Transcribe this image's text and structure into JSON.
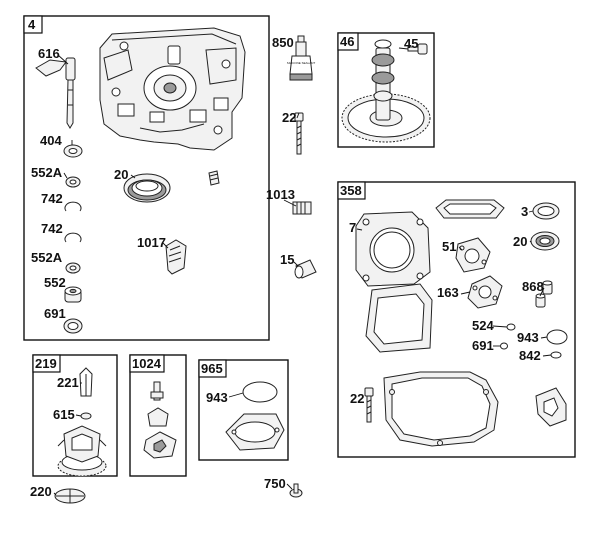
{
  "groups": {
    "crankcase": "4",
    "camshaft": "46",
    "gasket_set": "358",
    "governor": "219",
    "breather": "1024",
    "seal_kit": "965"
  },
  "parts": {
    "p616": "616",
    "p404": "404",
    "p552a_1": "552A",
    "p742_1": "742",
    "p742_2": "742",
    "p552a_2": "552A",
    "p552": "552",
    "p691_1": "691",
    "p20_1": "20",
    "p1017": "1017",
    "p850": "850",
    "p45": "45",
    "p22_1": "22",
    "p1013": "1013",
    "p15": "15",
    "p7": "7",
    "p3": "3",
    "p51": "51",
    "p20_2": "20",
    "p163": "163",
    "p868": "868",
    "p524": "524",
    "p943_1": "943",
    "p691_2": "691",
    "p842": "842",
    "p22_2": "22",
    "p221": "221",
    "p615": "615",
    "p943_2": "943",
    "p220": "220",
    "p750": "750"
  },
  "tube_label": "SILICONE SEALANT"
}
